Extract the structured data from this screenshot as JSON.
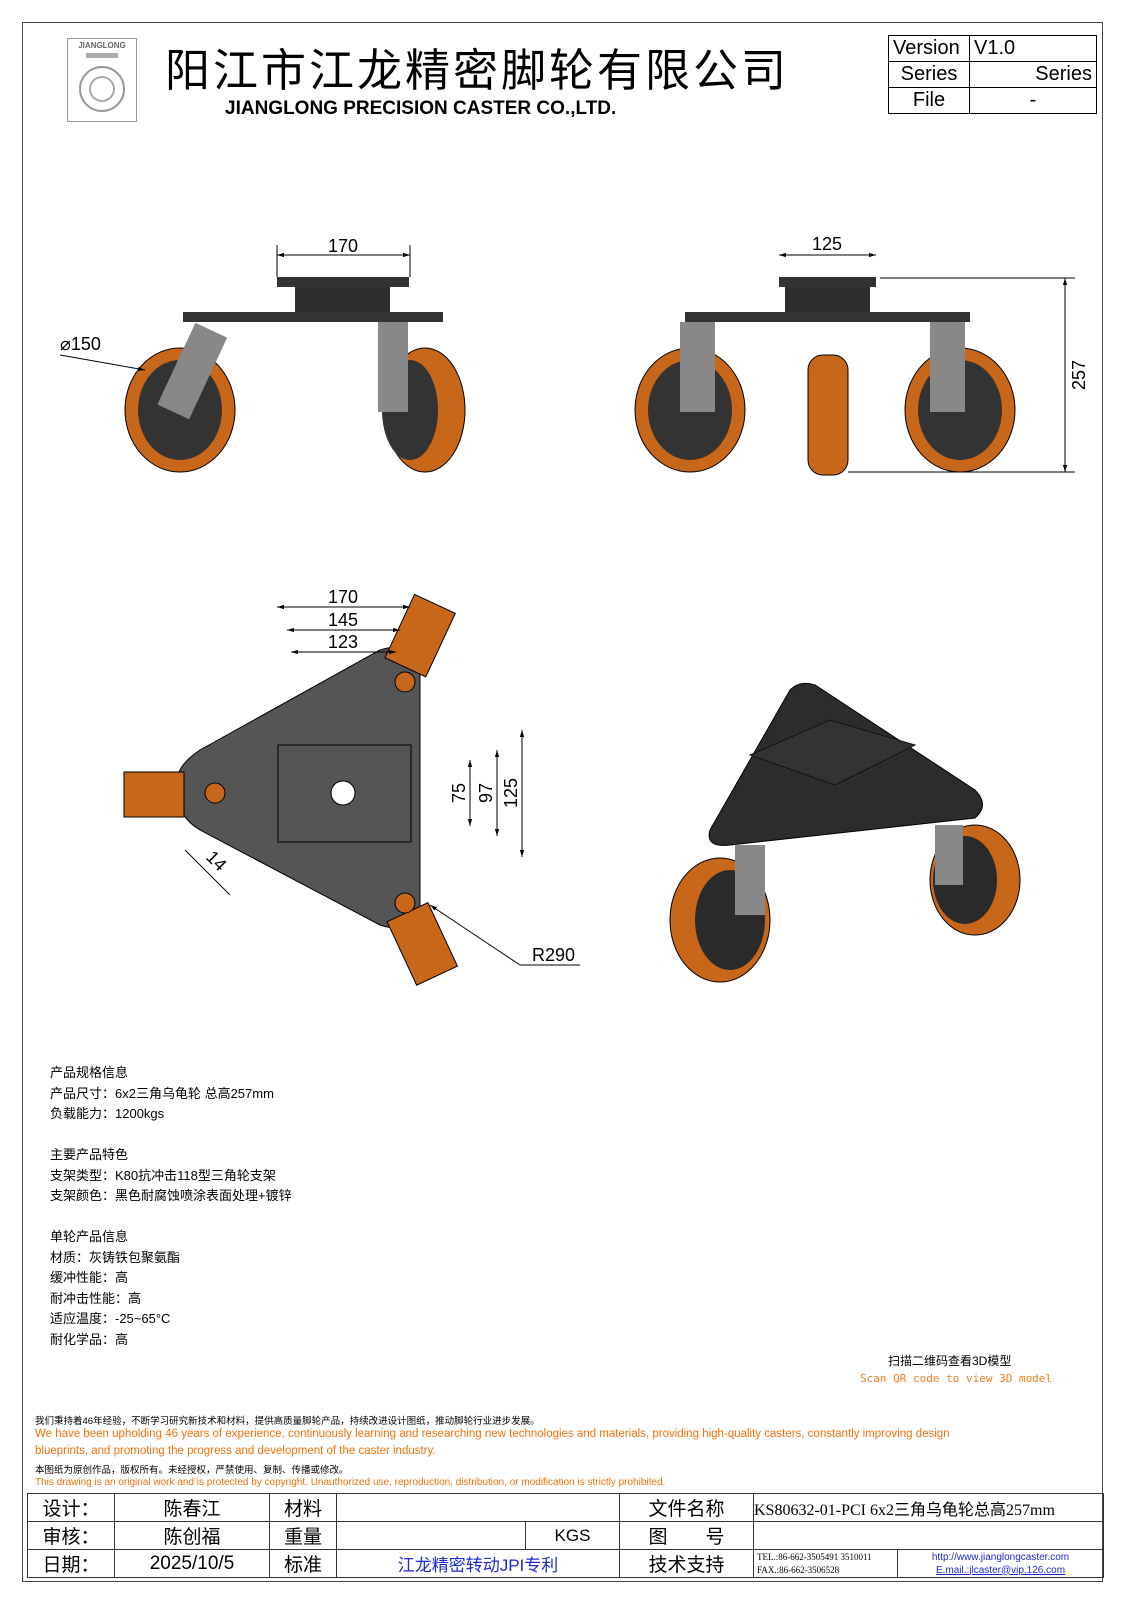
{
  "header": {
    "logo_text": "JIANGLONG",
    "company_cn": "阳江市江龙精密脚轮有限公司",
    "company_en": "JIANGLONG PRECISION CASTER CO.,LTD.",
    "info": [
      {
        "label": "Version",
        "value": "V1.0"
      },
      {
        "label": "Series",
        "value": "Series"
      },
      {
        "label": "File",
        "value": "-"
      }
    ]
  },
  "colors": {
    "wheel": "#c8661a",
    "frame": "#3a3a3a",
    "accent": "#f07010",
    "blue": "#1a2ad0"
  },
  "dimensions": {
    "front_width": "170",
    "wheel_dia": "⌀150",
    "side_width": "125",
    "height": "257",
    "top_170": "170",
    "top_145": "145",
    "top_123": "123",
    "top_75": "75",
    "top_97": "97",
    "top_125": "125",
    "top_14": "14",
    "radius": "R290"
  },
  "spec": {
    "lines": [
      "产品规格信息",
      "产品尺寸：6x2三角乌龟轮 总高257mm",
      "负载能力：1200kgs",
      "",
      "主要产品特色",
      "支架类型：K80抗冲击118型三角轮支架",
      "支架颜色：黑色耐腐蚀喷涂表面处理+镀锌",
      "",
      "单轮产品信息",
      "材质：灰铸铁包聚氨酯",
      "缓冲性能：高",
      "耐冲击性能：高",
      "适应温度：-25~65°C",
      "耐化学品：高"
    ]
  },
  "qr": {
    "cn": "扫描二维码查看3D模型",
    "en": "Scan QR code to view 3D model"
  },
  "notes": {
    "cn1": "我们秉持着46年经验，不断学习研究新技术和材料，提供高质量脚轮产品，持续改进设计图纸，推动脚轮行业进步发展。",
    "en1a": "We have been upholding 46 years of experience, continuously learning and researching new technologies and materials, providing high-quality casters, constantly improving design",
    "en1b": "blueprints, and promoting the progress and development of the caster industry.",
    "cn2": "本图纸为原创作品，版权所有。未经授权，严禁使用、复制、传播或修改。",
    "en2": "This drawing is an original work and is protected by copyright. Unauthorized use, reproduction, distribution, or modification is strictly prohibited."
  },
  "footer": {
    "design_label": "设计：",
    "design_value": "陈春江",
    "material_label": "材料",
    "material_value": "",
    "filename_label": "文件名称",
    "filename_value": "KS80632-01-PCI 6x2三角乌龟轮总高257mm",
    "review_label": "审核：",
    "review_value": "陈创福",
    "weight_label": "重量",
    "weight_value": "",
    "weight_unit": "KGS",
    "drawing_no_label": "图　　号",
    "drawing_no_value": "",
    "date_label": "日期：",
    "date_value": "2025/10/5",
    "standard_label": "标准",
    "standard_value": "江龙精密转动JPI专利",
    "support_label": "技术支持",
    "tel": "TEL.:86-662-3505491 3510011",
    "fax": "FAX.:86-662-3506528",
    "website": "http://www.jianglongcaster.com",
    "email": "E.mail.:jlcaster@vip.126.com"
  }
}
